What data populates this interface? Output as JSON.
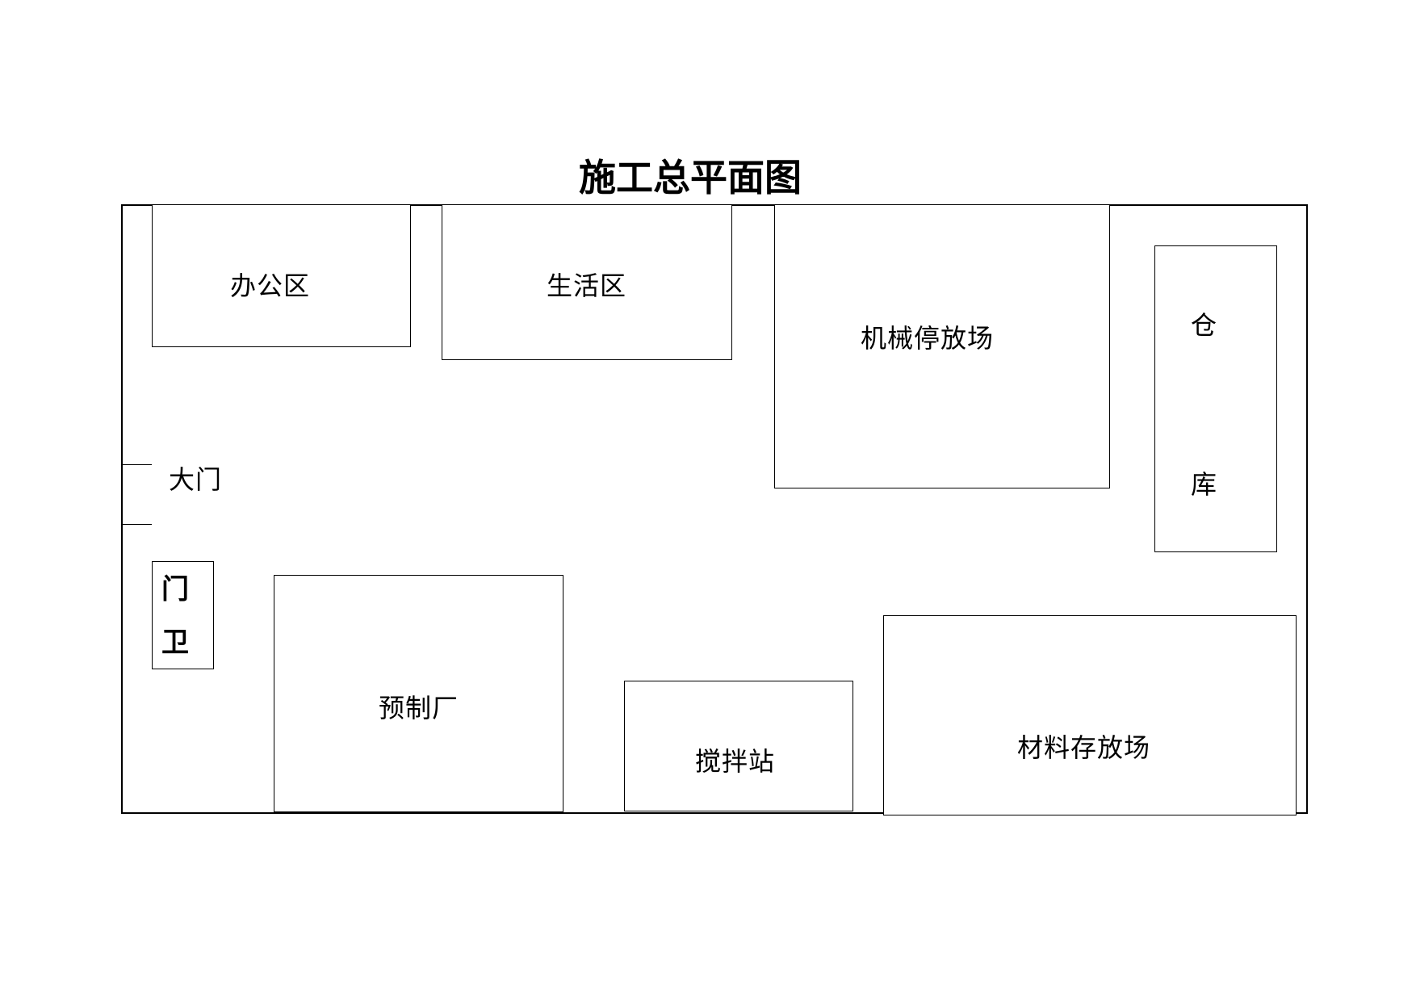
{
  "title": "施工总平面图",
  "zones": {
    "office": "办公区",
    "living": "生活区",
    "machinery": "机械停放场",
    "warehouse_top": "仓",
    "warehouse_bottom": "库",
    "gate": "大门",
    "guard_top": "门",
    "guard_bottom": "卫",
    "prefab": "预制厂",
    "mixing": "搅拌站",
    "material": "材料存放场"
  }
}
